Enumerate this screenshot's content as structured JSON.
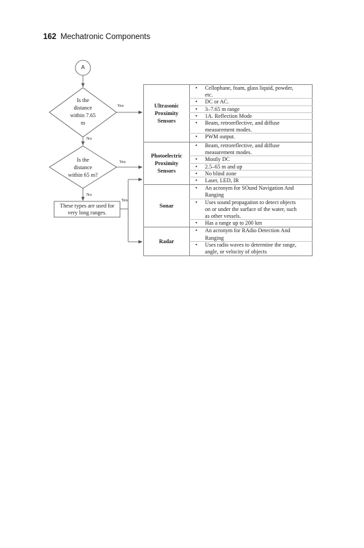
{
  "header": {
    "page_number": "162",
    "title": "Mechatronic Components"
  },
  "flowchart": {
    "connector": "A",
    "decision1": {
      "lines": [
        "Is the",
        "distance",
        "within 7.65",
        "m"
      ],
      "yes": "Yes",
      "no": "No"
    },
    "decision2": {
      "lines": [
        "Is the",
        "distance",
        "within 65 m?"
      ],
      "yes": "Yes",
      "no": "No"
    },
    "process": {
      "lines": [
        "These types are used for",
        "very long ranges."
      ],
      "yes": "Yes"
    }
  },
  "table": {
    "rows": [
      {
        "name_lines": [
          "Ultrasonic",
          "Proximity",
          "Sensors"
        ],
        "bullets": [
          {
            "lines": [
              "Cellophane, foam, glass liquid, powder,",
              "etc."
            ]
          },
          {
            "lines": [
              "DC or AC."
            ]
          },
          {
            "lines": [
              "3–7.65 m range"
            ]
          },
          {
            "lines": [
              "1A. Reflection Mode"
            ]
          },
          {
            "lines": [
              "Beam, retroreflective, and diffuse",
              "measurement modes."
            ]
          },
          {
            "lines": [
              "PWM output."
            ]
          }
        ]
      },
      {
        "name_lines": [
          "Photoelectric",
          "Proximity",
          "Sensors"
        ],
        "bullets": [
          {
            "lines": [
              "Beam, retroreflective, and diffuse",
              "measurement modes."
            ]
          },
          {
            "lines": [
              "Mostly DC"
            ]
          },
          {
            "lines": [
              "2.5–65 m and up"
            ]
          },
          {
            "lines": [
              "No blind zone"
            ]
          },
          {
            "lines": [
              "Laser, LED, IR"
            ]
          }
        ]
      },
      {
        "name_lines": [
          "Sonar"
        ],
        "bullets": [
          {
            "lines": [
              "An acronym for SOund Navigation And",
              "Ranging"
            ]
          },
          {
            "lines": [
              "Uses sound propagation to detect objects",
              "on or under the surface of the water, such",
              "as other vessels."
            ]
          },
          {
            "lines": [
              "Has a range up to 200 km"
            ]
          }
        ]
      },
      {
        "name_lines": [
          "Radar"
        ],
        "bullets": [
          {
            "lines": [
              "An acronym for RAdio Detection And",
              "Ranging"
            ]
          },
          {
            "lines": [
              "Uses radio waves to determine the range,",
              "angle, or velocity of objects"
            ]
          }
        ]
      }
    ]
  }
}
